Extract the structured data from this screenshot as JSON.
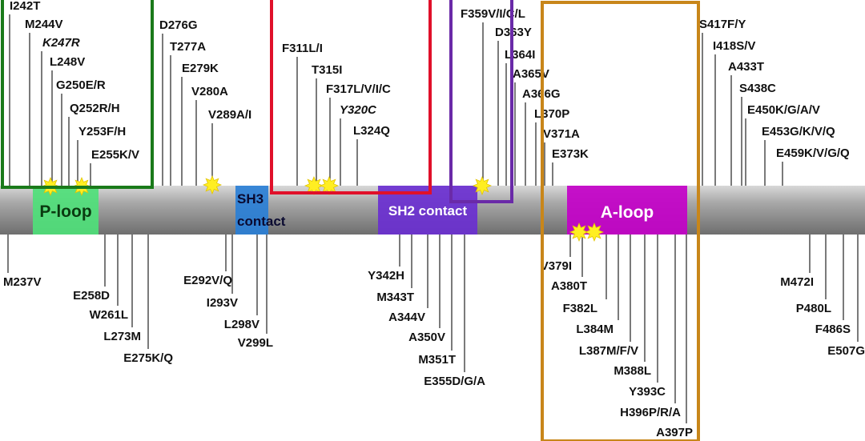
{
  "diagram": {
    "backbone": {
      "color": "#9a9a9a"
    },
    "domains": [
      {
        "id": "ploop",
        "label": "P-loop",
        "color": "#4fe07a",
        "text_color": "#0a3a10"
      },
      {
        "id": "sh3",
        "label": "SH3 contact",
        "color": "#2a7fd6",
        "text_color": "#0a0a30"
      },
      {
        "id": "sh2",
        "label": "SH2 contact",
        "color": "#6a2fd0",
        "text_color": "#ffffff"
      },
      {
        "id": "aloop",
        "label": "A-loop",
        "color": "#c300c8",
        "text_color": "#ffffff"
      }
    ],
    "highlight_boxes": [
      {
        "id": "green",
        "color": "#1a7a1a"
      },
      {
        "id": "red",
        "color": "#e0102a"
      },
      {
        "id": "purple",
        "color": "#6a2aa8"
      },
      {
        "id": "orange",
        "color": "#c8861a"
      }
    ],
    "upper_mutations": [
      {
        "label": "I242T",
        "italic": false
      },
      {
        "label": "M244V",
        "italic": false
      },
      {
        "label": "K247R",
        "italic": true
      },
      {
        "label": "L248V",
        "italic": false
      },
      {
        "label": "G250E/R",
        "italic": false
      },
      {
        "label": "Q252R/H",
        "italic": false
      },
      {
        "label": "Y253F/H",
        "italic": false
      },
      {
        "label": "E255K/V",
        "italic": false
      },
      {
        "label": "D276G",
        "italic": false
      },
      {
        "label": "T277A",
        "italic": false
      },
      {
        "label": "E279K",
        "italic": false
      },
      {
        "label": "V280A",
        "italic": false
      },
      {
        "label": "V289A/I",
        "italic": false
      },
      {
        "label": "F311L/I",
        "italic": false
      },
      {
        "label": "T315I",
        "italic": false
      },
      {
        "label": "F317L/V/I/C",
        "italic": false
      },
      {
        "label": "Y320C",
        "italic": true
      },
      {
        "label": "L324Q",
        "italic": false
      },
      {
        "label": "F359V/I/C/L",
        "italic": false
      },
      {
        "label": "D363Y",
        "italic": false
      },
      {
        "label": "L364I",
        "italic": false
      },
      {
        "label": "A365V",
        "italic": false
      },
      {
        "label": "A366G",
        "italic": false
      },
      {
        "label": "L370P",
        "italic": false
      },
      {
        "label": "V371A",
        "italic": false
      },
      {
        "label": "E373K",
        "italic": false
      },
      {
        "label": "S417F/Y",
        "italic": false
      },
      {
        "label": "I418S/V",
        "italic": false
      },
      {
        "label": "A433T",
        "italic": false
      },
      {
        "label": "S438C",
        "italic": false
      },
      {
        "label": "E450K/G/A/V",
        "italic": false
      },
      {
        "label": "E453G/K/V/Q",
        "italic": false
      },
      {
        "label": "E459K/V/G/Q",
        "italic": false
      }
    ],
    "lower_mutations": [
      {
        "label": "M237V"
      },
      {
        "label": "E258D"
      },
      {
        "label": "W261L"
      },
      {
        "label": "L273M"
      },
      {
        "label": "E275K/Q"
      },
      {
        "label": "E292V/Q"
      },
      {
        "label": "I293V"
      },
      {
        "label": "L298V"
      },
      {
        "label": "V299L"
      },
      {
        "label": "Y342H"
      },
      {
        "label": "M343T"
      },
      {
        "label": "A344V"
      },
      {
        "label": "A350V"
      },
      {
        "label": "M351T"
      },
      {
        "label": "E355D/G/A"
      },
      {
        "label": "V379I"
      },
      {
        "label": "A380T"
      },
      {
        "label": "F382L"
      },
      {
        "label": "L384M"
      },
      {
        "label": "L387M/F/V"
      },
      {
        "label": "M388L"
      },
      {
        "label": "Y393C"
      },
      {
        "label": "H396P/R/A"
      },
      {
        "label": "A397P"
      },
      {
        "label": "M472I"
      },
      {
        "label": "P480L"
      },
      {
        "label": "F486S"
      },
      {
        "label": "E507G"
      }
    ],
    "hotspot_color": "#ffee22"
  }
}
